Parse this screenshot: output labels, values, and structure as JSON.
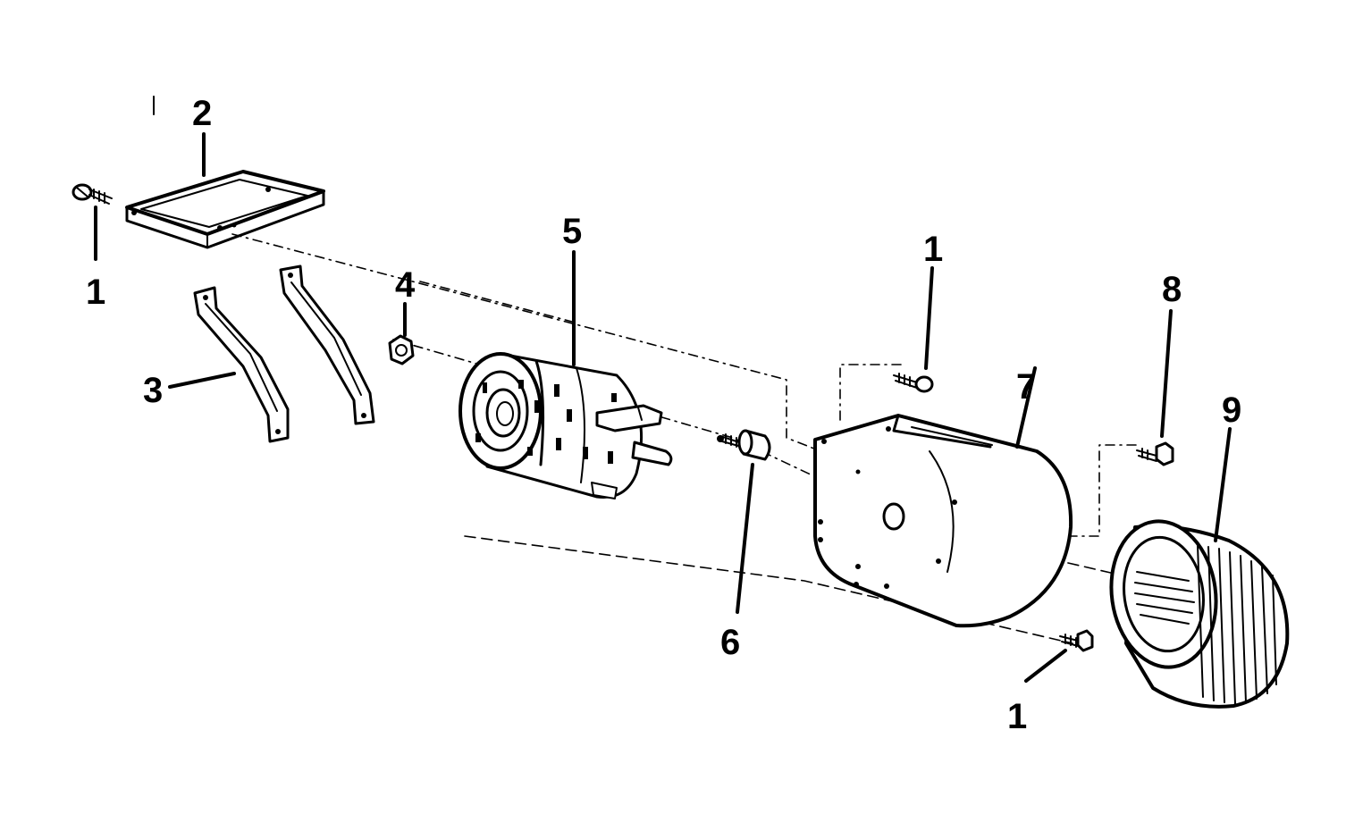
{
  "callouts": [
    {
      "id": "screw-top-left",
      "text": "1"
    },
    {
      "id": "mounting-plate",
      "text": "2"
    },
    {
      "id": "bracket",
      "text": "3"
    },
    {
      "id": "nut",
      "text": "4"
    },
    {
      "id": "motor",
      "text": "5"
    },
    {
      "id": "hub",
      "text": "6"
    },
    {
      "id": "screw-upper-housing",
      "text": "1"
    },
    {
      "id": "housing",
      "text": "7"
    },
    {
      "id": "set-screw",
      "text": "8"
    },
    {
      "id": "blower-wheel",
      "text": "9"
    },
    {
      "id": "screw-lower-housing",
      "text": "1"
    }
  ]
}
